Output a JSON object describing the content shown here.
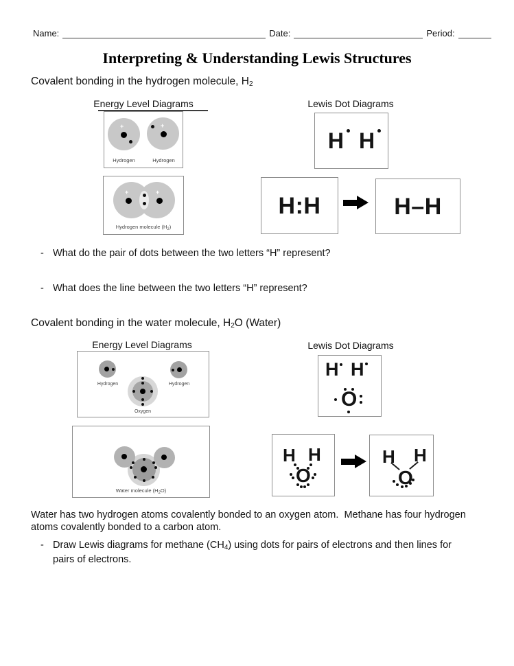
{
  "header": {
    "name_label": "Name:",
    "date_label": "Date:",
    "period_label": "Period:"
  },
  "title": "Interpreting & Understanding Lewis Structures",
  "hydrogen_section": {
    "heading_text": "Covalent bonding in the hydrogen molecule, H",
    "heading_sub": "2",
    "energy_column_title": "Energy Level Diagrams",
    "lewis_column_title": "Lewis Dot Diagrams",
    "atoms_diagram": {
      "plus": "+",
      "label_left": "Hydrogen",
      "label_right": "Hydrogen"
    },
    "molecule_diagram": {
      "plus": "+",
      "label_text": "Hydrogen molecule (H",
      "label_sub": "2",
      "label_end": ")"
    },
    "lewis_atoms": {
      "h_left": "H",
      "h_right": "H"
    },
    "lewis_shared_dots": "H:H",
    "lewis_shared_line": "H–H",
    "questions": [
      {
        "bullet": "-",
        "text": "What do the pair of dots between the two letters “H” represent?"
      },
      {
        "bullet": "-",
        "text": "What does the line between the two letters “H” represent?"
      }
    ]
  },
  "water_section": {
    "heading_text": "Covalent bonding in the water molecule, H",
    "heading_sub": "2",
    "heading_end": "O (Water)",
    "energy_column_title": "Energy Level Diagrams",
    "lewis_column_title": "Lewis Dot Diagrams",
    "atoms_diagram": {
      "label_hydrogen_left": "Hydrogen",
      "label_hydrogen_right": "Hydrogen",
      "label_oxygen": "Oxygen"
    },
    "molecule_diagram": {
      "label_text": "Water molecule (H",
      "label_sub": "2",
      "label_end": "O)"
    },
    "lewis_atoms": {
      "h_left": "H",
      "h_right": "H",
      "o": "O"
    },
    "lewis_dots_structure": {
      "h_left": "H",
      "h_right": "H",
      "o": "O"
    },
    "lewis_line_structure": {
      "h_left": "H",
      "h_right": "H",
      "o": "O"
    }
  },
  "footer": {
    "paragraph": "Water has two hydrogen atoms covalently bonded to an oxygen atom.  Methane has four hydrogen atoms covalently bonded to a carbon atom.",
    "question": {
      "bullet": "-",
      "text_start": "Draw Lewis diagrams for methane (CH",
      "text_sub": "4",
      "text_end": ") using dots for pairs of electrons and then lines for pairs of electrons."
    }
  }
}
